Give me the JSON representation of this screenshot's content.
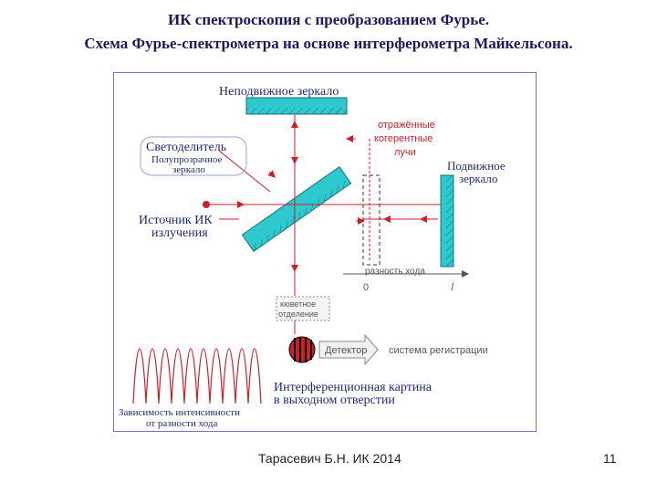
{
  "slide": {
    "title_line1": "ИК спектроскопия с преобразованием Фурье.",
    "title_line2": "Схема Фурье-спектрометра на основе интерферометра Майкельсона.",
    "author": "Тарасевич Б.Н. ИК 2014",
    "page_number": "11"
  },
  "diagram": {
    "fixed_mirror": "Неподвижное зеркало",
    "reflected_l1": "отражённые",
    "reflected_l2": "когерентные",
    "reflected_l3": "лучи",
    "beamsplitter": "Светоделитель",
    "semi_l1": "Полупрозрачное",
    "semi_l2": "зеркало",
    "moving_l1": "Подвижное",
    "moving_l2": "зеркало",
    "source_l1": "Источник ИК",
    "source_l2": "излучения",
    "path_diff": "разность хода",
    "zero": "0",
    "l_mark": "l",
    "cuvette_l1": "кюветное",
    "cuvette_l2": "отделение",
    "detector": "Детектор",
    "registration": "система регистрации",
    "interference_l1": "Интерференционная картина",
    "interference_l2": "в выходном отверстии",
    "intensity_l1": "Зависимость интенсивности",
    "intensity_l2": "от разности хода"
  },
  "colors": {
    "title": "#1a1a5e",
    "beam": "#cc1f2a",
    "mirror": "#2ec8cf",
    "frame": "#6f74c4",
    "label": "#1f2a7a"
  }
}
